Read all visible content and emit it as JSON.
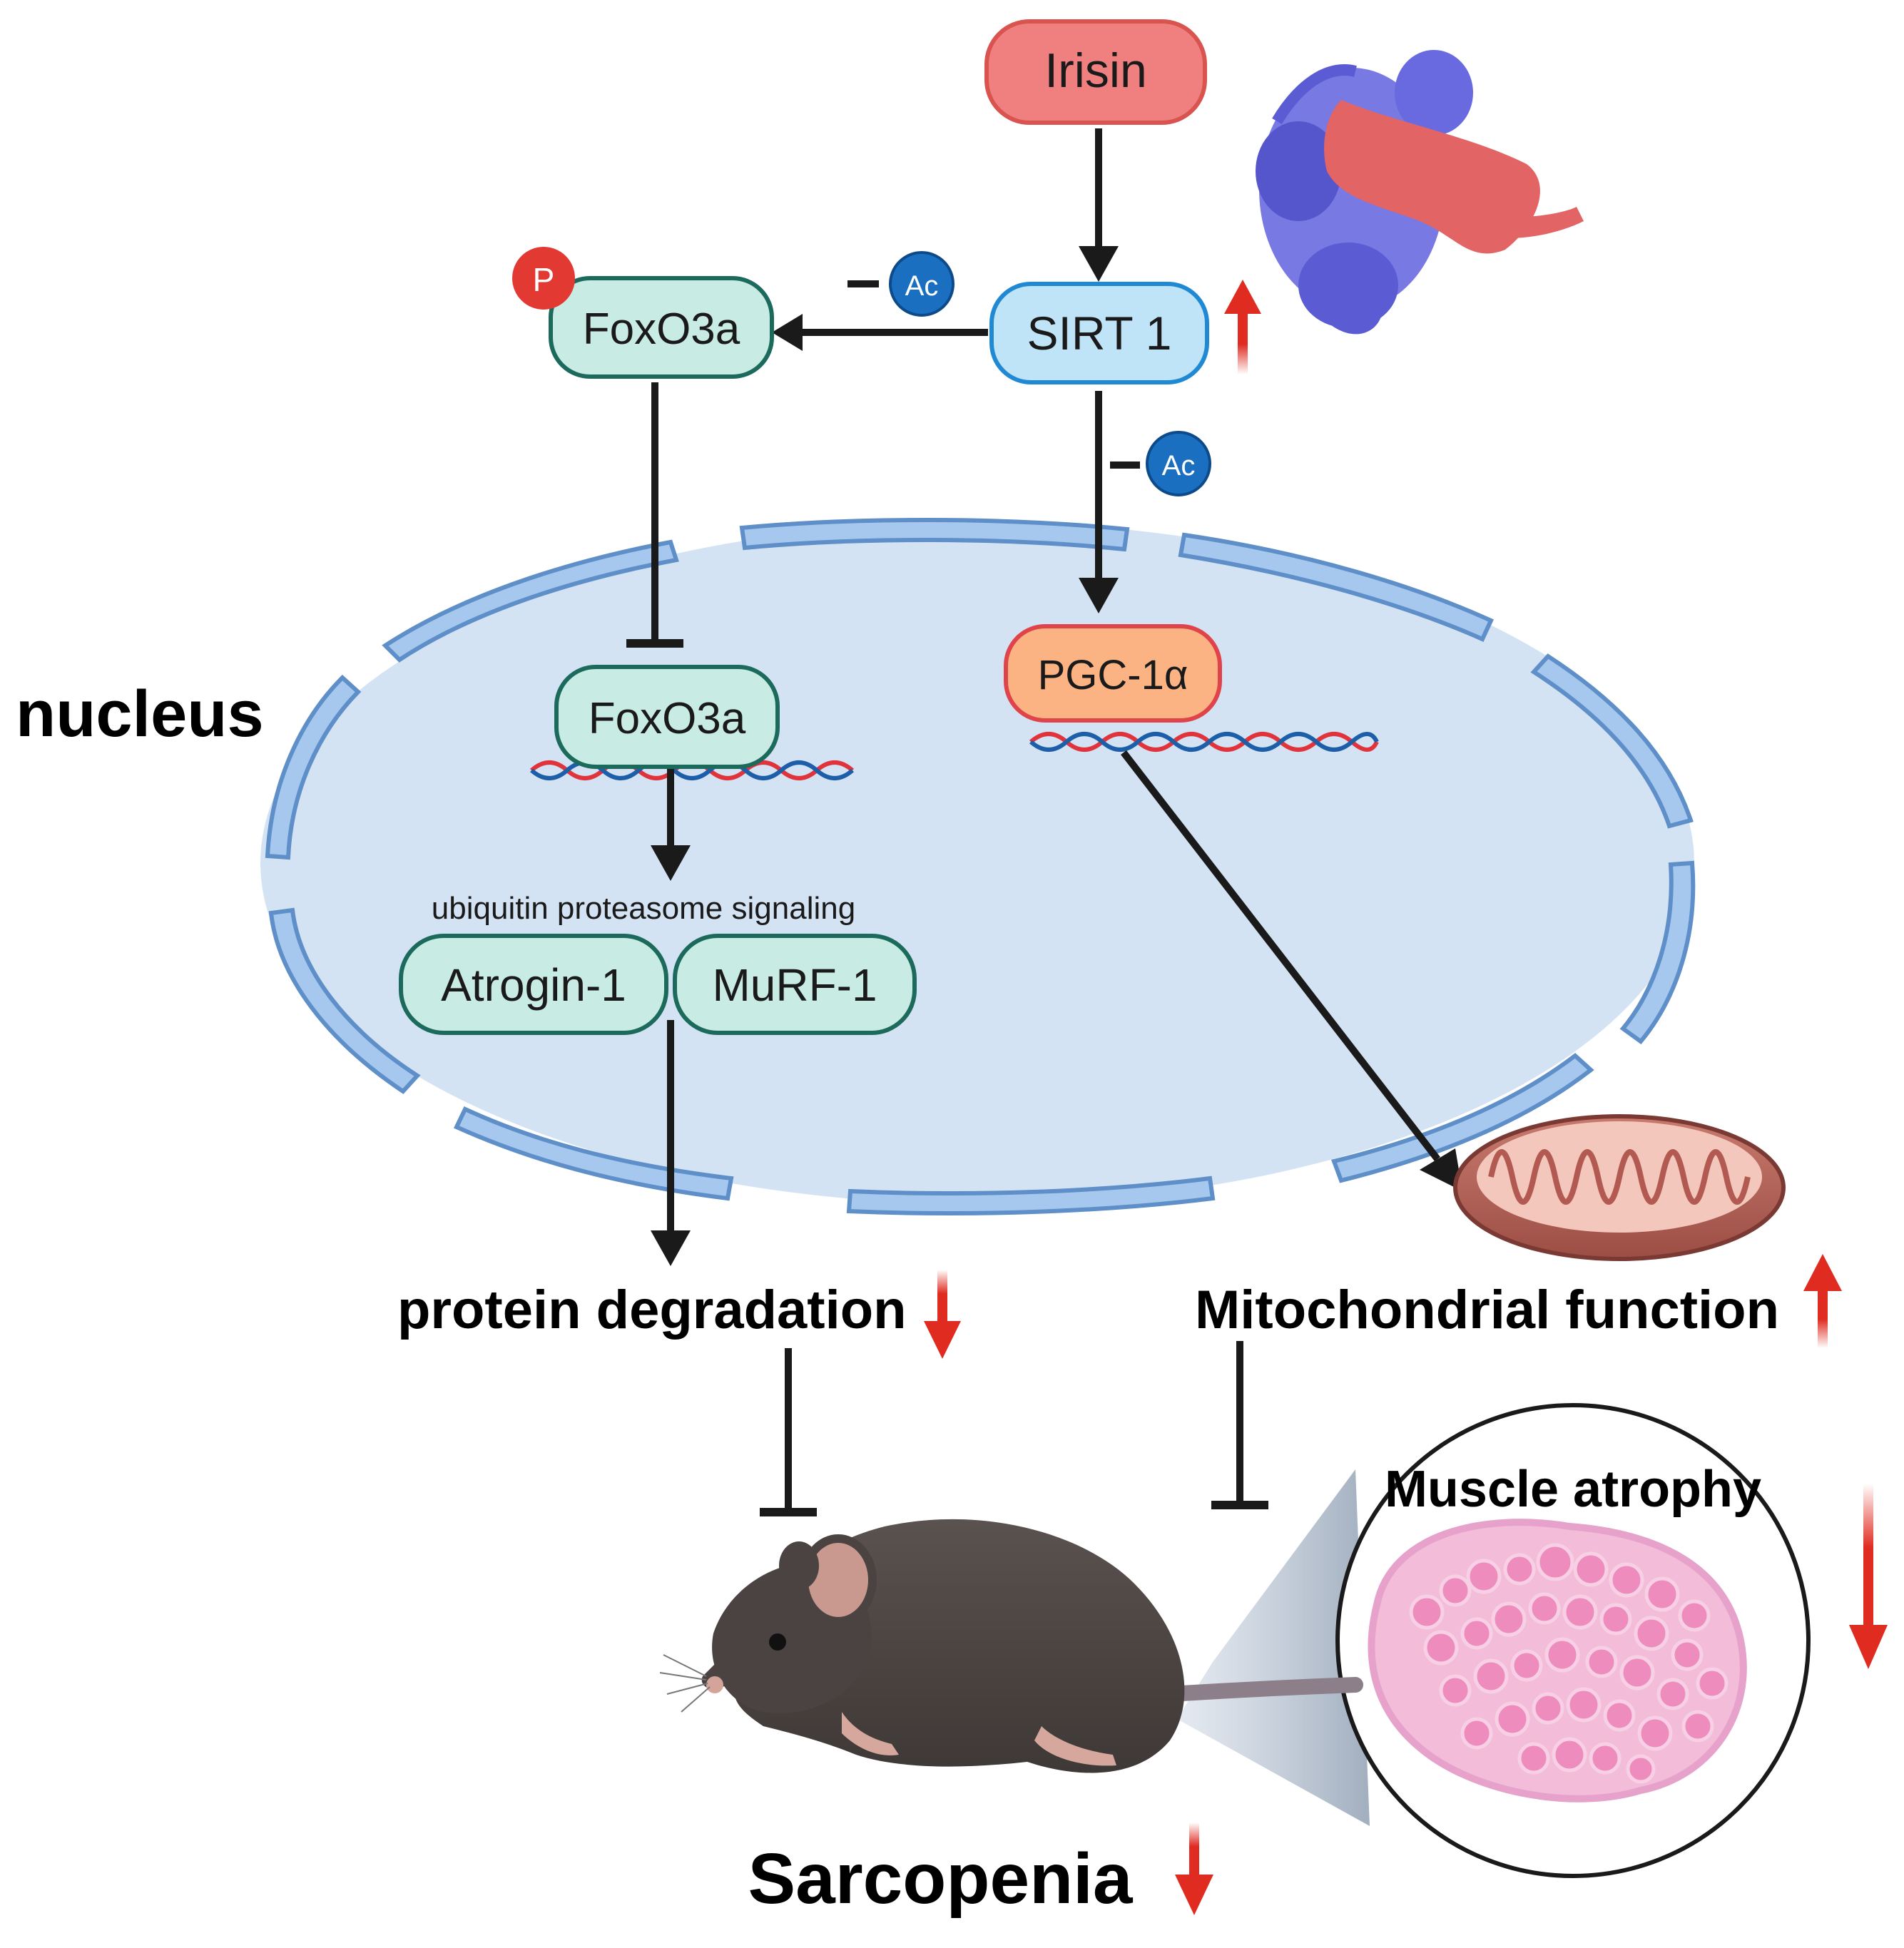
{
  "nodes": {
    "irisin": "Irisin",
    "sirt1": "SIRT 1",
    "foxo3a_cyto": "FoxO3a",
    "foxo3a_nuc": "FoxO3a",
    "pgc1a": "PGC-1α",
    "atrogin1": "Atrogin-1",
    "murf1": "MuRF-1"
  },
  "modifiers": {
    "phospho": "P",
    "acetyl_1": "Ac",
    "acetyl_2": "Ac"
  },
  "labels": {
    "nucleus": "nucleus",
    "ups": "ubiquitin proteasome signaling",
    "protein_degradation": "protein degradation",
    "mito_function": "Mitochondrial function",
    "muscle_atrophy": "Muscle atrophy",
    "sarcopenia": "Sarcopenia"
  },
  "colors": {
    "irisin_fill": "#f08080",
    "sirt1_fill": "#bfe3f7",
    "foxo_fill": "#c8ebe3",
    "pgc_fill": "#fbb383",
    "nucleus_fill": "#d3e3f3",
    "envelope": "#a4c6ec",
    "up_down_arrow": "#e02b20",
    "ac_badge": "#1b6fc0",
    "p_badge": "#e23a33"
  }
}
